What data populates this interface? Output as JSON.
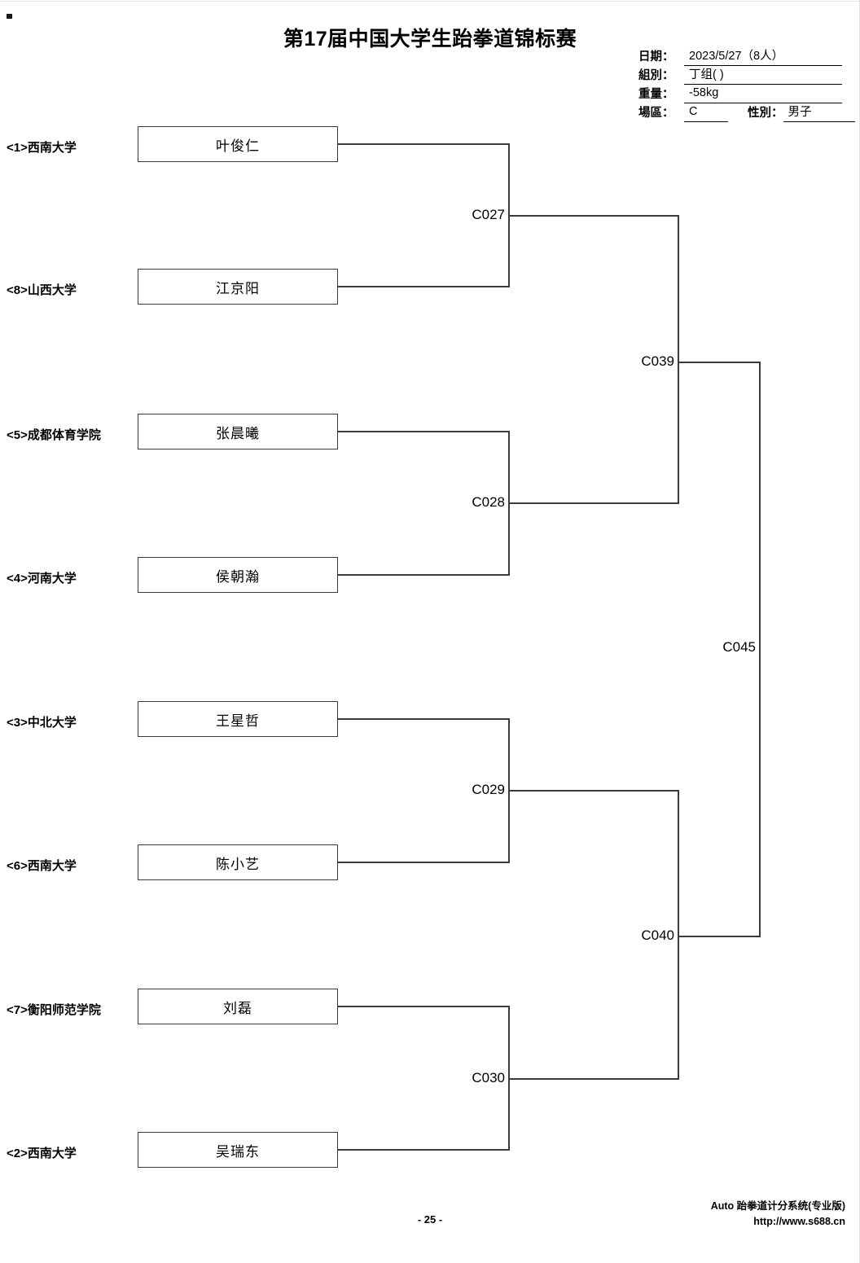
{
  "document": {
    "title": "第17届中国大学生跆拳道锦标赛"
  },
  "header": {
    "date_label": "日期：",
    "date_value": "2023/5/27（8人）",
    "group_label": "組別：",
    "group_value": "丁组( )",
    "weight_label": "重量：",
    "weight_value": "-58kg",
    "court_label": "場區：",
    "court_value": "C",
    "gender_label": "性別：",
    "gender_value": "男子"
  },
  "bracket": {
    "round1": [
      {
        "seed": "<1>西南大学",
        "name": "叶俊仁"
      },
      {
        "seed": "<8>山西大学",
        "name": "江京阳"
      },
      {
        "seed": "<5>成都体育学院",
        "name": "张晨曦"
      },
      {
        "seed": "<4>河南大学",
        "name": "侯朝瀚"
      },
      {
        "seed": "<3>中北大学",
        "name": "王星哲"
      },
      {
        "seed": "<6>西南大学",
        "name": "陈小艺"
      },
      {
        "seed": "<7>衡阳师范学院",
        "name": "刘磊"
      },
      {
        "seed": "<2>西南大学",
        "name": "吴瑞东"
      }
    ],
    "quarterfinals": [
      "C027",
      "C028",
      "C029",
      "C030"
    ],
    "semifinals": [
      "C039",
      "C040"
    ],
    "final": "C045"
  },
  "footer": {
    "page_number": "- 25 -",
    "system_name": "Auto 跆拳道计分系统(专业版)",
    "website": "http://www.s688.cn"
  },
  "colors": {
    "line": "#3b3b3b",
    "text": "#000000",
    "background": "#ffffff"
  }
}
